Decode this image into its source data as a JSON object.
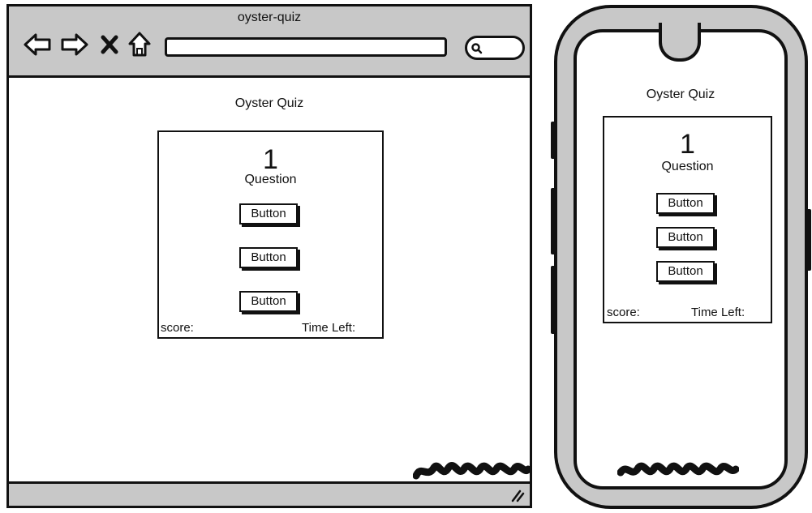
{
  "desktop": {
    "window_title": "oyster-quiz",
    "page_title": "Oyster Quiz",
    "quiz": {
      "question_number": "1",
      "question_label": "Question",
      "answer_buttons": [
        "Button",
        "Button",
        "Button"
      ],
      "score_label": "score:",
      "time_label": "Time Left:"
    }
  },
  "mobile": {
    "page_title": "Oyster Quiz",
    "quiz": {
      "question_number": "1",
      "question_label": "Question",
      "answer_buttons": [
        "Button",
        "Button",
        "Button"
      ],
      "score_label": "score:",
      "time_label": "Time Left:"
    }
  },
  "icons": [
    "back-arrow-icon",
    "forward-arrow-icon",
    "close-icon",
    "home-icon",
    "search-icon",
    "resize-grip-icon"
  ],
  "colors": {
    "chrome_gray": "#c8c8c8",
    "ink": "#111111",
    "background": "#ffffff"
  }
}
